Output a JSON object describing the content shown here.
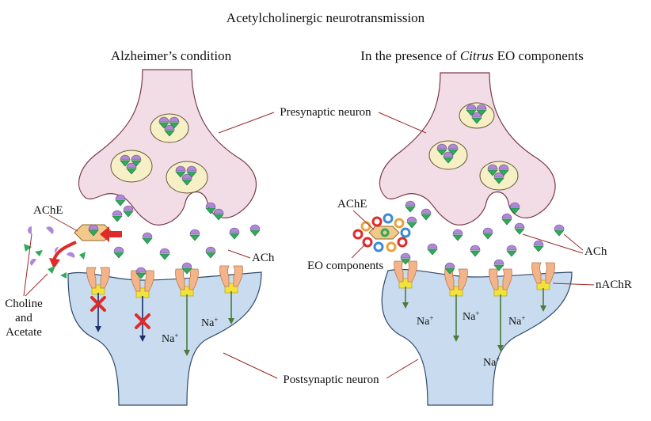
{
  "title": "Acetylcholinergic  neurotransmission",
  "panels": {
    "left_title": "Alzheimer’s condition",
    "right_title_pre": "In the presence of ",
    "right_title_italic": "Citrus",
    "right_title_post": " EO components"
  },
  "labels": {
    "presynaptic": "Presynaptic neuron",
    "postsynaptic": "Postsynaptic neuron",
    "ache_left": "AChE",
    "ache_right": "AChE",
    "ach_left": "ACh",
    "ach_right": "ACh",
    "eo_components": "EO components",
    "nachr": "nAChR",
    "choline_line1": "Choline",
    "choline_line2": "and",
    "choline_line3": "Acetate",
    "na": "Na",
    "na_sup": "+"
  },
  "colors": {
    "presynaptic_fill": "#f2dde6",
    "postsynaptic_fill": "#c9dcef",
    "vesicle_fill": "#f7efc6",
    "ach_purple": "#b088d8",
    "ach_green": "#2faa5b",
    "receptor_orange": "#f4b48a",
    "receptor_yellow": "#f3e23b",
    "na_arrow": "#4c7a3a",
    "blocked_arrow": "#1a2e6b",
    "block_x": "#e02a2a",
    "leader_line": "#9b2a2a",
    "red_arrow": "#e02a2a"
  }
}
